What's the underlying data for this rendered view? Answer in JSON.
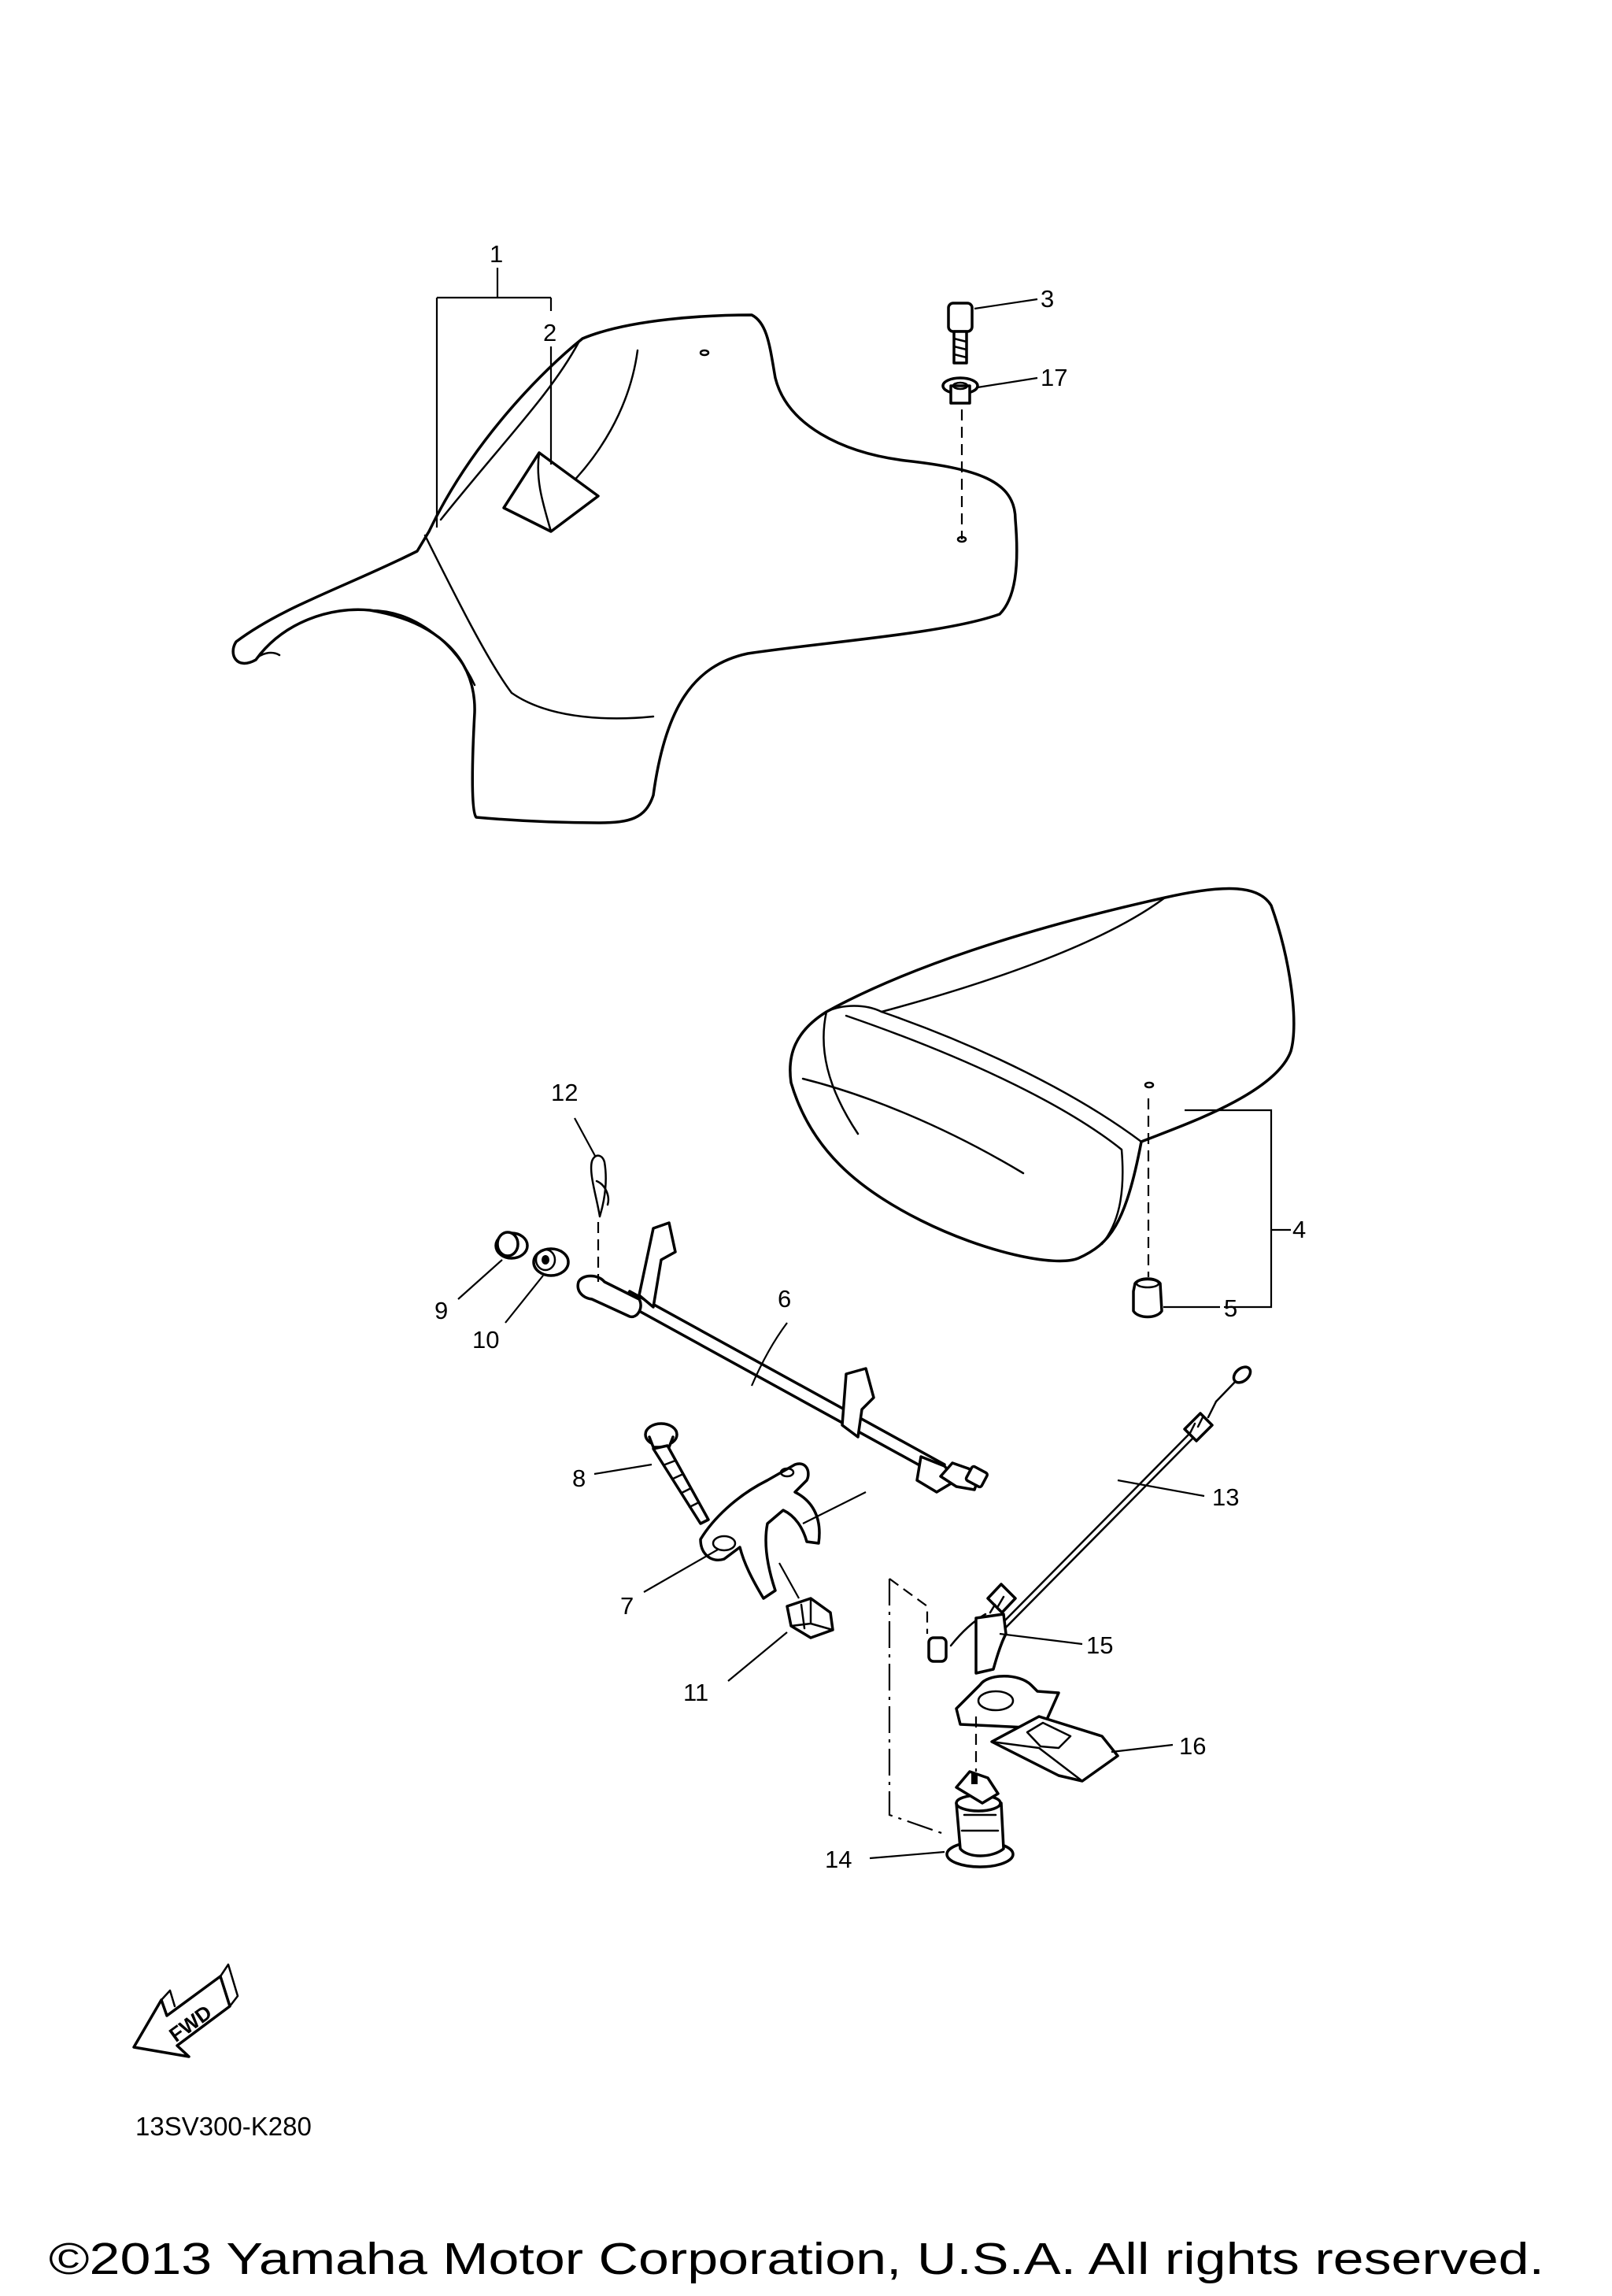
{
  "callouts": [
    {
      "id": "1",
      "text": "1"
    },
    {
      "id": "2",
      "text": "2"
    },
    {
      "id": "3",
      "text": "3"
    },
    {
      "id": "4",
      "text": "4"
    },
    {
      "id": "5",
      "text": "5"
    },
    {
      "id": "6",
      "text": "6"
    },
    {
      "id": "7",
      "text": "7"
    },
    {
      "id": "8",
      "text": "8"
    },
    {
      "id": "9",
      "text": "9"
    },
    {
      "id": "10",
      "text": "10"
    },
    {
      "id": "11",
      "text": "11"
    },
    {
      "id": "12",
      "text": "12"
    },
    {
      "id": "13",
      "text": "13"
    },
    {
      "id": "14",
      "text": "14"
    },
    {
      "id": "15",
      "text": "15"
    },
    {
      "id": "16",
      "text": "16"
    },
    {
      "id": "17",
      "text": "17"
    }
  ],
  "fwd_arrow": {
    "text": "FWD",
    "icon": "fwd-arrow-icon"
  },
  "drawing_code": "13SV300-K280",
  "copyright": "©2013 Yamaha Motor Corporation, U.S.A. All rights reserved."
}
